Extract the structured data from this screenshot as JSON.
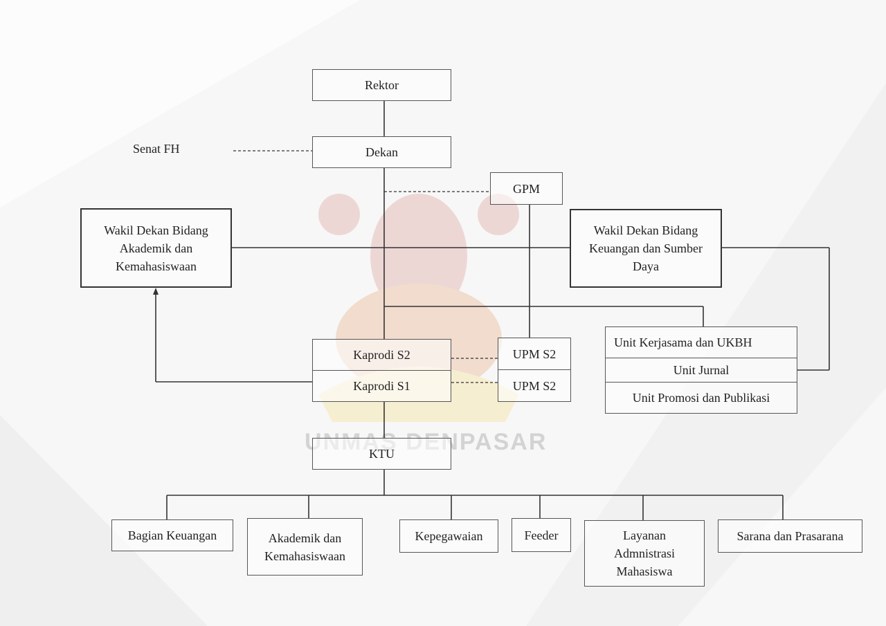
{
  "diagram": {
    "nodes": {
      "rektor": "Rektor",
      "dekan": "Dekan",
      "senat": "Senat FH",
      "gpm": "GPM",
      "wd1": "Wakil Dekan Bidang Akademik dan Kemahasiswaan",
      "wd2": "Wakil Dekan Bidang Keuangan dan Sumber Daya",
      "kaprodi_s2": "Kaprodi S2",
      "kaprodi_s1": "Kaprodi S1",
      "upm_a": "UPM S2",
      "upm_b": "UPM S2",
      "unit_kerjasama": "Unit Kerjasama dan UKBH",
      "unit_jurnal": "Unit Jurnal",
      "unit_promosi": "Unit Promosi dan Publikasi",
      "ktu": "KTU",
      "keuangan": "Bagian Keuangan",
      "akademik": "Akademik dan Kemahasiswaan",
      "kepegawaian": "Kepegawaian",
      "feeder": "Feeder",
      "layanan": "Layanan Admnistrasi Mahasiswa",
      "sarana": "Sarana dan Prasarana"
    },
    "watermark": "UNMAS DENPASAR"
  },
  "colors": {
    "line": "#333333",
    "border": "#555555",
    "logo": "#c0392b"
  }
}
